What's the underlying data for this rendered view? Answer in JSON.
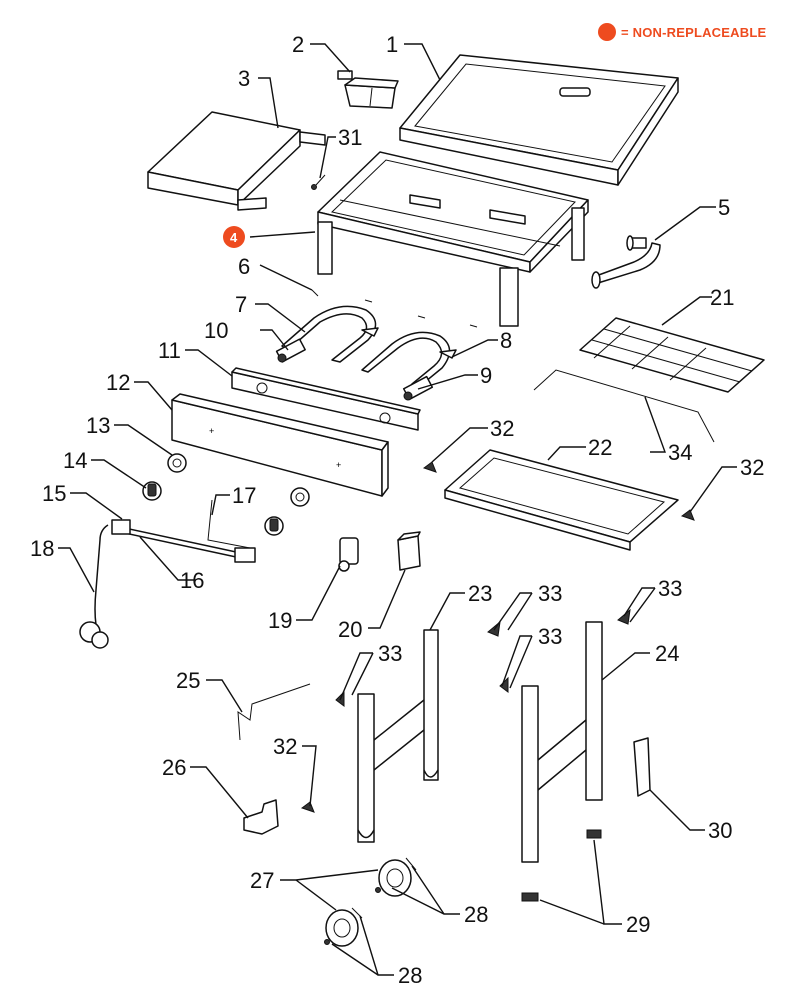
{
  "legend": {
    "text": "= NON-REPLACEABLE",
    "color": "#ee4b1f"
  },
  "callouts": {
    "n1": "1",
    "n2": "2",
    "n3": "3",
    "n4": "4",
    "n5": "5",
    "n6": "6",
    "n7": "7",
    "n8": "8",
    "n9": "9",
    "n10": "10",
    "n11": "11",
    "n12": "12",
    "n13": "13",
    "n14": "14",
    "n15": "15",
    "n16": "16",
    "n17": "17",
    "n18": "18",
    "n19": "19",
    "n20": "20",
    "n21": "21",
    "n22": "22",
    "n23": "23",
    "n24": "24",
    "n25": "25",
    "n26": "26",
    "n27": "27",
    "n28a": "28",
    "n28b": "28",
    "n29": "29",
    "n30": "30",
    "n31": "31",
    "n32a": "32",
    "n32b": "32",
    "n32c": "32",
    "n33a": "33",
    "n33b": "33",
    "n33c": "33",
    "n33d": "33",
    "n34": "34"
  }
}
